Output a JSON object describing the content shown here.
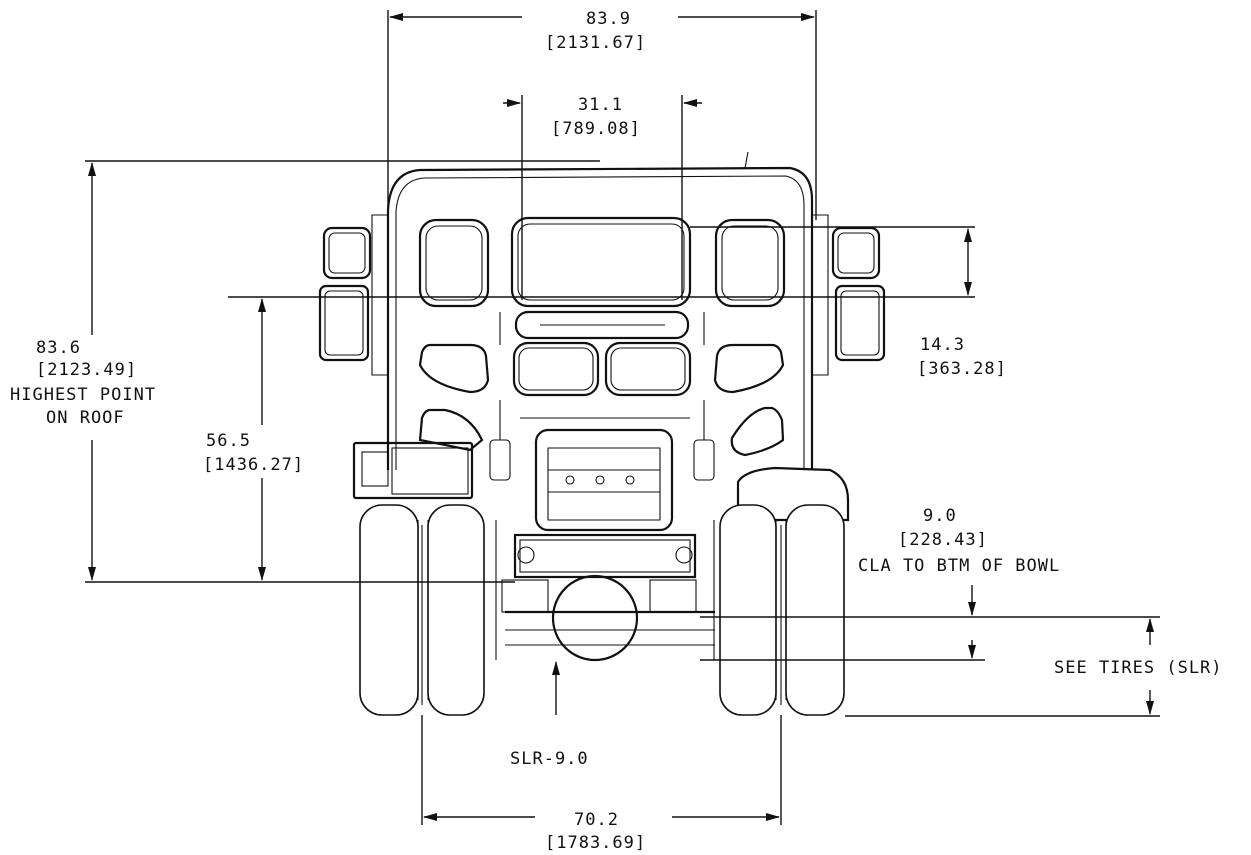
{
  "dimensions": {
    "overall_width": {
      "value": "83.9",
      "metric": "[2131.67]"
    },
    "window_width": {
      "value": "31.1",
      "metric": "[789.08]"
    },
    "height_roof": {
      "value": "83.6",
      "metric": "[2123.49]",
      "note1": "HIGHEST POINT",
      "note2": "ON ROOF"
    },
    "height_mirror": {
      "value": "56.5",
      "metric": "[1436.27]"
    },
    "mirror_height": {
      "value": "14.3",
      "metric": "[363.28]"
    },
    "cla_to_bowl": {
      "value": "9.0",
      "metric": "[228.43]",
      "note": "CLA TO BTM OF BOWL"
    },
    "tires": {
      "note": "SEE TIRES (SLR)"
    },
    "slr": {
      "note": "SLR-9.0"
    },
    "track_width": {
      "value": "70.2",
      "metric": "[1783.69]"
    }
  }
}
